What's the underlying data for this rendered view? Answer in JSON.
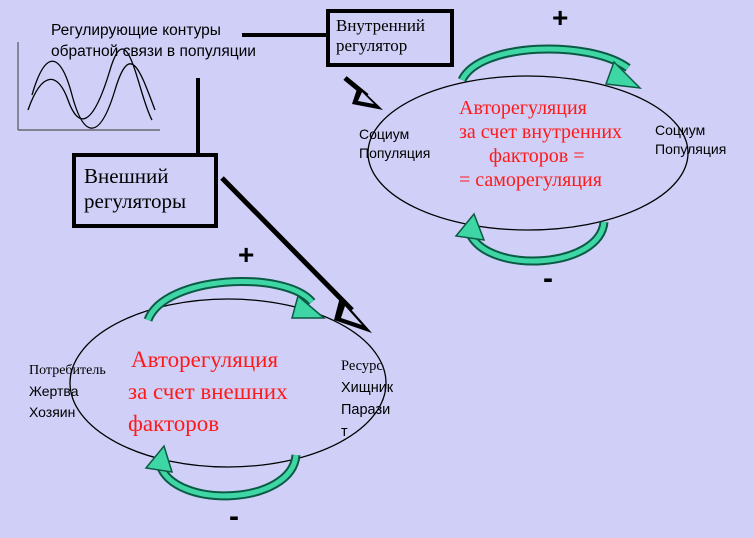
{
  "feedback_title": [
    "Регулирующие контуры",
    "обратной связи в популяции"
  ],
  "internal_regulator": [
    "Внутренний",
    "регулятор"
  ],
  "external_regulators": [
    "Внешний",
    "регуляторы"
  ],
  "top_cycle": {
    "left_label": [
      "Социум",
      "Популяция"
    ],
    "right_label": [
      "Социум",
      "Популяция"
    ],
    "center_text": [
      "Авторегуляция",
      "за счет внутренних",
      "факторов =",
      "= саморегуляция"
    ],
    "plus": "+",
    "minus": "-"
  },
  "bottom_cycle": {
    "left_label": [
      "Потребитель",
      "Жертва",
      "Хозяин"
    ],
    "right_label": [
      "Ресурс",
      "Хищник",
      "Парази",
      "т"
    ],
    "center_text": [
      "Авторегуляция",
      "за счет внешних",
      "факторов"
    ],
    "plus": "+",
    "minus": "-"
  },
  "colors": {
    "background": "#cfcff7",
    "accent_red": "#ff1a1a",
    "arrow_teal": "#2fbf8f"
  }
}
